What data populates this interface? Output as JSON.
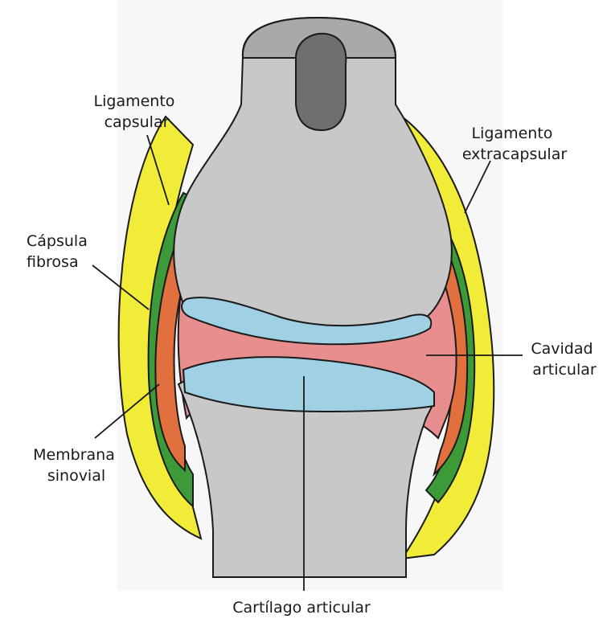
{
  "diagram": {
    "labels": {
      "ligamento_capsular": [
        "Ligamento",
        "capsular"
      ],
      "ligamento_extracapsular": [
        "Ligamento",
        "extracapsular"
      ],
      "capsula_fibrosa": [
        "Cápsula",
        "fibrosa"
      ],
      "cavidad_articular": [
        "Cavidad",
        "articular"
      ],
      "membrana_sinovial": [
        "Membrana",
        "sinovial"
      ],
      "cartilago_articular": "Cartílago articular"
    },
    "colors": {
      "bone": "#c8c8c8",
      "marrow": "#6f6f6f",
      "cartilage": "#9fd0e4",
      "cavity": "#e98e8f",
      "synovial_membrane": "#e2703f",
      "fibrous_capsule": "#3d9a39",
      "ligament": "#f0ec38",
      "outline": "#1a1a1a"
    }
  }
}
